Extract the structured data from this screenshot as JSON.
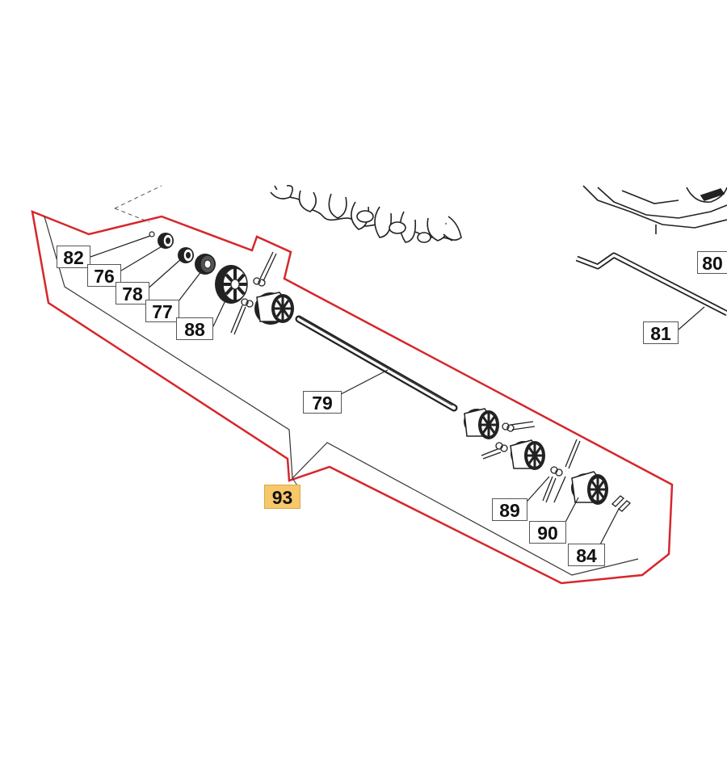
{
  "diagram": {
    "labels": {
      "p82": "82",
      "p76": "76",
      "p78": "78",
      "p77": "77",
      "p88": "88",
      "p79": "79",
      "p80": "80",
      "p81": "81",
      "p89": "89",
      "p90": "90",
      "p84": "84",
      "p93": "93"
    },
    "colors": {
      "assembly_outline": "#d6262c",
      "inner_outline": "#333333",
      "highlight_label": "#f7c86a",
      "part_fill": "#1a1a1a"
    }
  }
}
